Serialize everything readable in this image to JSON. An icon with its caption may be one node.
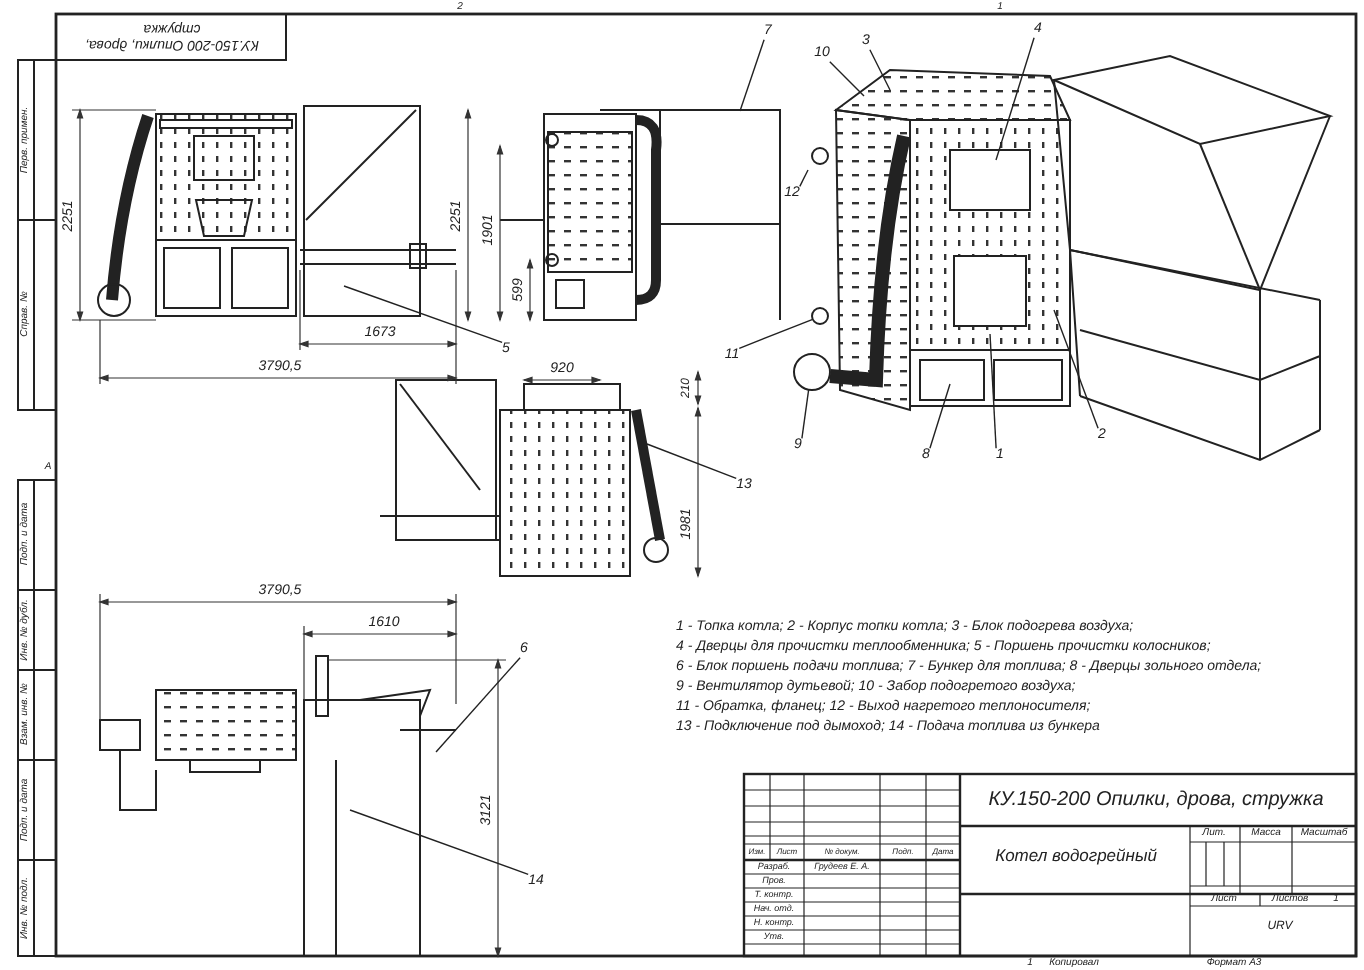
{
  "diagram": {
    "nodes": [
      {
        "text": [
          "4"
        ]
      },
      {
        "text": [
          "7"
        ]
      },
      {
        "text": [
          "3"
        ]
      },
      {
        "text": [
          "10"
        ]
      },
      {
        "text": [
          "12"
        ]
      },
      {
        "text": [
          "5"
        ]
      },
      {
        "text": [
          "11"
        ]
      },
      {
        "text": [
          "9"
        ]
      },
      {
        "text": [
          "2"
        ]
      },
      {
        "text": [
          "8"
        ]
      },
      {
        "text": [
          "1"
        ]
      },
      {
        "text": [
          "13"
        ]
      },
      {
        "text": [
          "6"
        ]
      },
      {
        "text": [
          "14"
        ]
      },
      {
        "text": [],
        "shape": "box"
      },
      {
        "text": [],
        "shape": "circle"
      },
      {
        "text": [],
        "shape": "circle"
      },
      {
        "text": [],
        "shape": "picture"
      }
    ],
    "edges": [
      {
        "from": 0,
        "to": null,
        "arrow": "none"
      },
      {
        "from": 1,
        "to": 14,
        "arrow": "none"
      },
      {
        "from": 2,
        "to": null,
        "arrow": "none"
      },
      {
        "from": 3,
        "to": null,
        "arrow": "none"
      },
      {
        "from": 4,
        "to": null,
        "arrow": "none"
      },
      {
        "from": 5,
        "to": null,
        "arrow": "none"
      },
      {
        "from": 6,
        "to": 15,
        "arrow": "none"
      },
      {
        "from": 7,
        "to": 16,
        "arrow": "none"
      },
      {
        "from": 8,
        "to": null,
        "arrow": "none"
      },
      {
        "from": 9,
        "to": null,
        "arrow": "none"
      },
      {
        "from": 10,
        "to": null,
        "arrow": "none"
      },
      {
        "from": 11,
        "to": 17,
        "arrow": "none"
      },
      {
        "from": 12,
        "to": null,
        "arrow": "none"
      },
      {
        "from": 13,
        "to": null,
        "arrow": "none"
      }
    ],
    "labels": [
      "КУ.150-200 Опилки, дрова, стружка",
      "Перв. примен.",
      "Справ. №",
      "Подп. и дата",
      "Инв. № дубл.",
      "Взам. инв. №",
      "Подп. и дата",
      "Инв. № подл.",
      "2251",
      "1673",
      "3790,5",
      "2251",
      "1901",
      "599",
      "920",
      "210",
      "1981",
      "3790,5",
      "1610",
      "3121",
      "1 - Топка котла; 2 - Корпус топки котла; 3 - Блок подогрева воздуха;",
      "4 - Дверцы для прочистки теплообменника; 5 - Поршень прочистки колосников;",
      "6 - Блок поршень подачи топлива; 7 - Бункер для топлива; 8 - Дверцы зольного отдела;",
      "9 - Вентилятор дутьевой; 10 - Забор подогретого воздуха;",
      "11 - Обратка, фланец; 12 - Выход нагретого теплоносителя;",
      "13 - Подключение под дымоход; 14 - Подача топлива из бункера",
      "КУ.150-200 Опилки, дрова, стружка",
      "Котел водогрейный",
      "Изм.",
      "Лист",
      "№ докум.",
      "Подп.",
      "Дата",
      "Разраб.",
      "Грудеев Е. А.",
      "Пров.",
      "Т. контр.",
      "Нач. отд.",
      "Н. контр.",
      "Утв.",
      "Лит.",
      "Масса",
      "Масштаб",
      "Лист",
      "Листов",
      "1",
      "URV",
      "1",
      "Копировал",
      "Формат А3",
      "2",
      "1",
      "А"
    ]
  }
}
